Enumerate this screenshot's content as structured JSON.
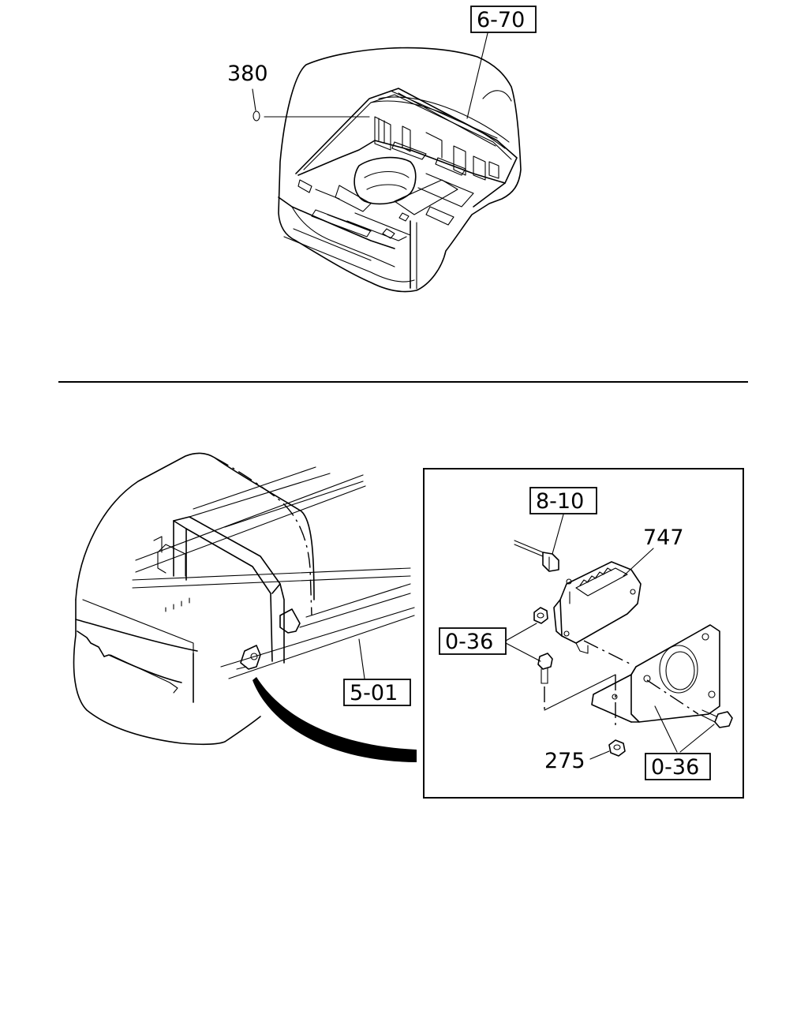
{
  "callouts": {
    "ref_cab_top": "6-70",
    "part_380": "380",
    "ref_connector": "8-10",
    "part_747": "747",
    "ref_bolt_nut_upper": "0-36",
    "ref_cab_lower": "5-01",
    "part_275": "275",
    "ref_bolt_nut_lower": "0-36"
  }
}
